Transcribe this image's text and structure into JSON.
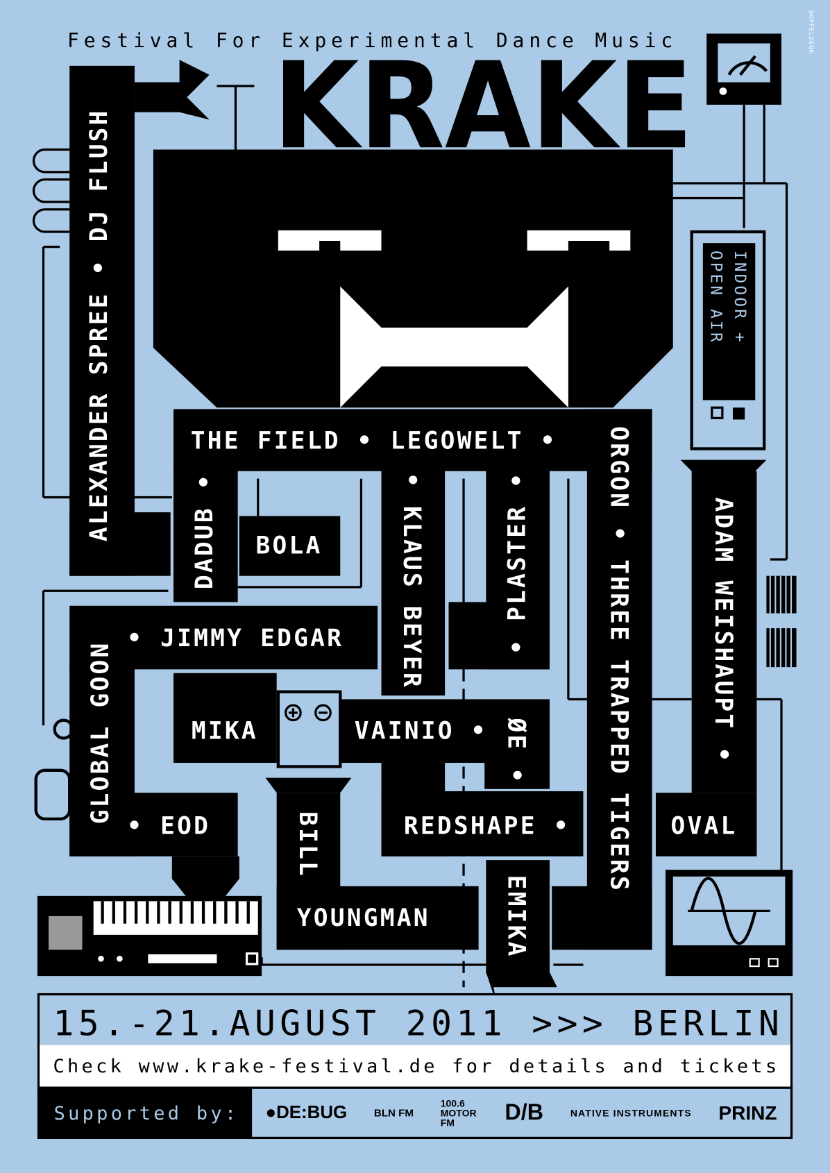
{
  "header": {
    "subtitle": "Festival For Experimental Dance Music",
    "logo": "KRAKE",
    "credit": "DOPPELDENK"
  },
  "device": {
    "indoor": "INDOOR +",
    "open_air": "OPEN AIR"
  },
  "artists": {
    "left_arm": "ALEXANDER SPREE • DJ FLUSH",
    "main_bar": "THE FIELD • LEGOWELT •",
    "dadub": "DADUB •",
    "bola": "BOLA",
    "klaus": "• KLAUS BEYER",
    "plaster": "• PLASTER •",
    "orgon": "ORGON • THREE TRAPPED TIGERS",
    "adam": "ADAM WEISHAUPT •",
    "oval": "OVAL",
    "jimmy": "• JIMMY EDGAR",
    "global": "GLOBAL GOON",
    "eod": "• EOD",
    "mika": "MIKA",
    "vainio": "VAINIO •",
    "oe": "ØE •",
    "bill": "BILL",
    "youngman": "YOUNGMAN",
    "redshape": "REDSHAPE •",
    "emika": "EMIKA"
  },
  "footer": {
    "dates": "15.-21.AUGUST 2011 >>> BERLIN",
    "info": "Check www.krake-festival.de for details and tickets",
    "supported_by": "Supported by:",
    "sponsors": [
      "●DE:BUG",
      "BLN FM",
      "100.6 MOTOR FM",
      "D/B",
      "NATIVE INSTRUMENTS",
      "PRINZ"
    ]
  },
  "colors": {
    "background": "#abcae8",
    "ink": "#000000",
    "white": "#ffffff"
  }
}
